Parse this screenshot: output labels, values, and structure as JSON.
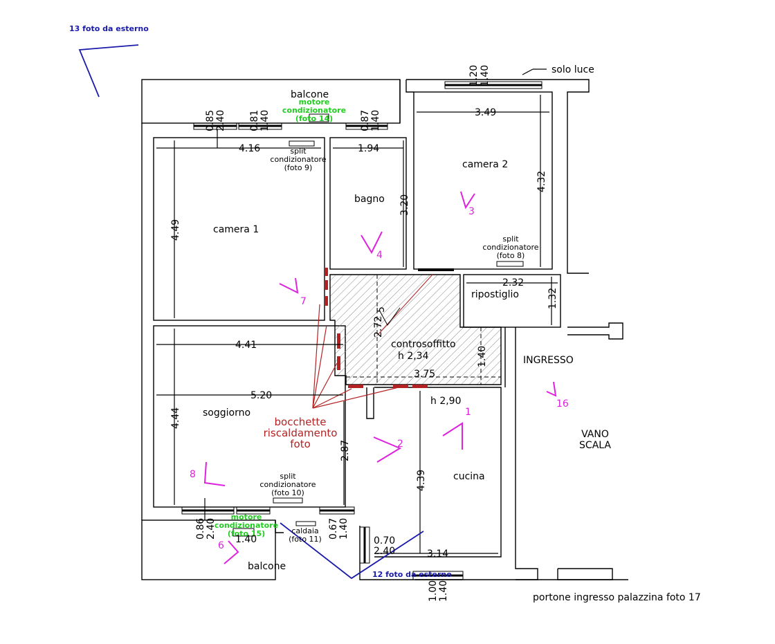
{
  "labels": {
    "foto_esterno_13": "13 foto da esterno",
    "solo_luce": "solo luce",
    "balcone_top": "balcone",
    "motore_top": [
      "motore",
      "condizionatore",
      "(foto 14)"
    ],
    "split_camera1": [
      "split",
      "condizionatore",
      "(foto 9)"
    ],
    "camera1": "camera 1",
    "bagno": "bagno",
    "camera2": "camera 2",
    "split_camera2": [
      "split",
      "condizionatore",
      "(foto 8)"
    ],
    "ripostiglio": "ripostiglio",
    "controsoffitto": "controsoffitto",
    "controsoffitto_h": "h 2,34",
    "ingresso": "INGRESSO",
    "vano_scala": [
      "VANO",
      "SCALA"
    ],
    "cucina_h": "h 2,90",
    "soggiorno": "soggiorno",
    "bocchette": [
      "bocchette",
      "riscaldamento",
      "foto"
    ],
    "cucina": "cucina",
    "split_soggiorno": [
      "split",
      "condizionatore",
      "(foto 10)"
    ],
    "motore_bottom": [
      "motore",
      "condizionatore",
      "(foto 15)"
    ],
    "caldaia": [
      "caldaia",
      "(foto 11)"
    ],
    "balcone_bottom": "balcone",
    "foto_esterno_12": "12 foto da esterno",
    "portone": "portone ingresso palazzina foto 17"
  },
  "dimensions": {
    "win_top_1": [
      "0.85",
      "2.40"
    ],
    "win_top_2": [
      "0.81",
      "1.40"
    ],
    "win_top_3": [
      "0.87",
      "1.40"
    ],
    "win_top_4": [
      "1.20",
      "1.40"
    ],
    "camera1_w": "4.16",
    "camera1_h": "4.49",
    "bagno_w": "1.94",
    "bagno_h": "3.20",
    "camera2_w": "3.49",
    "camera2_h": "4.32",
    "ripostiglio_w": "2.32",
    "ripostiglio_h": "1.32",
    "ceiling_h": "2.72",
    "ceiling_5": "5",
    "ceiling_w": "3.75",
    "ceiling_d": "1.40",
    "soggiorno_w1": "4.41",
    "soggiorno_w2": "5.20",
    "soggiorno_h": "4.44",
    "soggiorno_d": "2.87",
    "cucina_h": "4.39",
    "cucina_w": "3.14",
    "cucina_door_a": "0.70",
    "cucina_door_b": "2.40",
    "win_bot_1": [
      "0.86",
      "2.40"
    ],
    "win_bot_2": [
      "0.67",
      "1.40"
    ],
    "win_bot_mid": "1.40",
    "win_bot_3": [
      "1.00",
      "1.40"
    ]
  },
  "photo_markers": [
    "1",
    "2",
    "3",
    "4",
    "6",
    "7",
    "8",
    "16"
  ],
  "colors": {
    "walls": "#000000",
    "photo_marker": "#dd22dd",
    "ac_unit": "#22cc22",
    "exterior_photo": "#1a1aaa",
    "heating_vents": "#b22222"
  }
}
